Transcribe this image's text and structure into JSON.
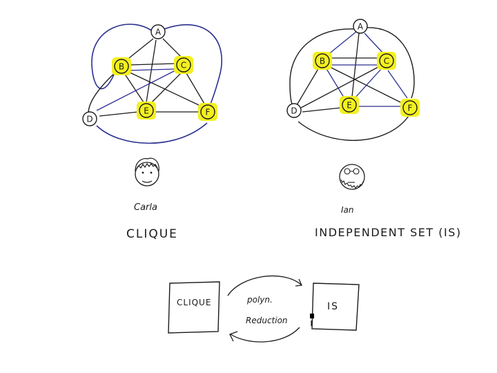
{
  "graphs": [
    {
      "id": "left",
      "nodes": [
        {
          "id": "A",
          "label": "A",
          "highlight": false
        },
        {
          "id": "B",
          "label": "B",
          "highlight": true
        },
        {
          "id": "C",
          "label": "C",
          "highlight": true
        },
        {
          "id": "D",
          "label": "D",
          "highlight": false
        },
        {
          "id": "E",
          "label": "E",
          "highlight": true
        },
        {
          "id": "F",
          "label": "F",
          "highlight": true
        }
      ]
    },
    {
      "id": "right",
      "nodes": [
        {
          "id": "A",
          "label": "A",
          "highlight": false
        },
        {
          "id": "B",
          "label": "B",
          "highlight": true
        },
        {
          "id": "C",
          "label": "C",
          "highlight": true
        },
        {
          "id": "D",
          "label": "D",
          "highlight": false
        },
        {
          "id": "E",
          "label": "E",
          "highlight": true
        },
        {
          "id": "F",
          "label": "F",
          "highlight": true
        }
      ]
    }
  ],
  "people": {
    "left": {
      "name": "Carla",
      "problem": "CLIQUE"
    },
    "right": {
      "name": "Ian",
      "problem": "INDEPENDENT SET (IS)"
    }
  },
  "reduction": {
    "left_box": "CLIQUE",
    "right_box": "IS",
    "line1": "polyn.",
    "line2": "Reduction"
  },
  "colors": {
    "ink": "#1a1a1a",
    "blue": "#2a2f8f",
    "highlight": "#f3f020"
  }
}
